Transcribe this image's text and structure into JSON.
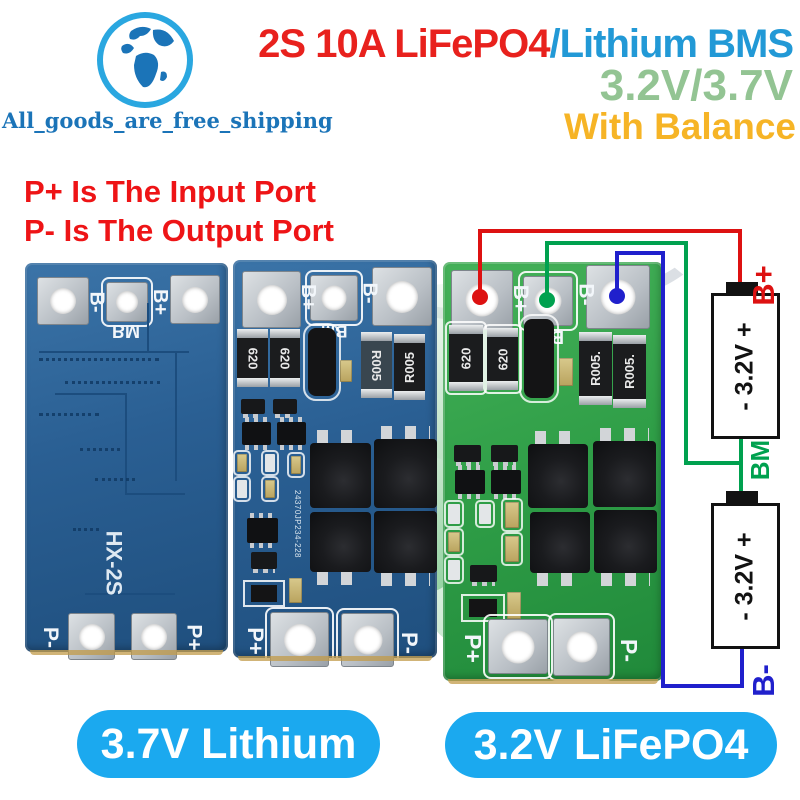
{
  "header": {
    "logo_caption": "All_goods_are_free_shipping",
    "title_red": "2S 10A LiFePO4",
    "title_blue": "/Lithium BMS",
    "subtitle_voltage": "3.2V/3.7V",
    "subtitle_balance": "With Balance",
    "colors": {
      "title_red": "#e8211d",
      "title_blue": "#2299d6",
      "subtitle_green": "#93c493",
      "balance_gold": "#f6b426",
      "logo_blue": "#1b74b8"
    }
  },
  "note": {
    "line1": "P+ Is The Input Port",
    "line2": "P- Is The Output Port",
    "color": "#ee1416"
  },
  "boards": {
    "back_blue": {
      "b_minus": "B-",
      "bm": "BM",
      "b_plus": "B+",
      "model": "HX-2S",
      "p_minus": "P-",
      "p_plus": "P+"
    },
    "front_blue": {
      "b_plus": "B+",
      "bm": "BM",
      "b_minus": "B-",
      "res620": "620",
      "res005": "R005",
      "serial": "24370JP234-228",
      "p_plus": "P+",
      "p_minus": "P-"
    },
    "front_green": {
      "b_plus": "B+",
      "bm": "BM",
      "b_minus": "B-",
      "res620": "620",
      "res005": "R005.",
      "p_plus": "P+",
      "p_minus": "P-"
    }
  },
  "diagram": {
    "b_plus": "B+",
    "bm": "BM",
    "b_minus": "B-",
    "cell1": "- 3.2V +",
    "cell2": "- 3.2V +",
    "wire_colors": {
      "b_plus": "#dd1111",
      "bm": "#00a14f",
      "b_minus": "#2020cc"
    }
  },
  "footer": {
    "left_pill": "3.7V Lithium",
    "right_pill": "3.2V LiFePO4",
    "pill_color": "#1ba9ef"
  }
}
